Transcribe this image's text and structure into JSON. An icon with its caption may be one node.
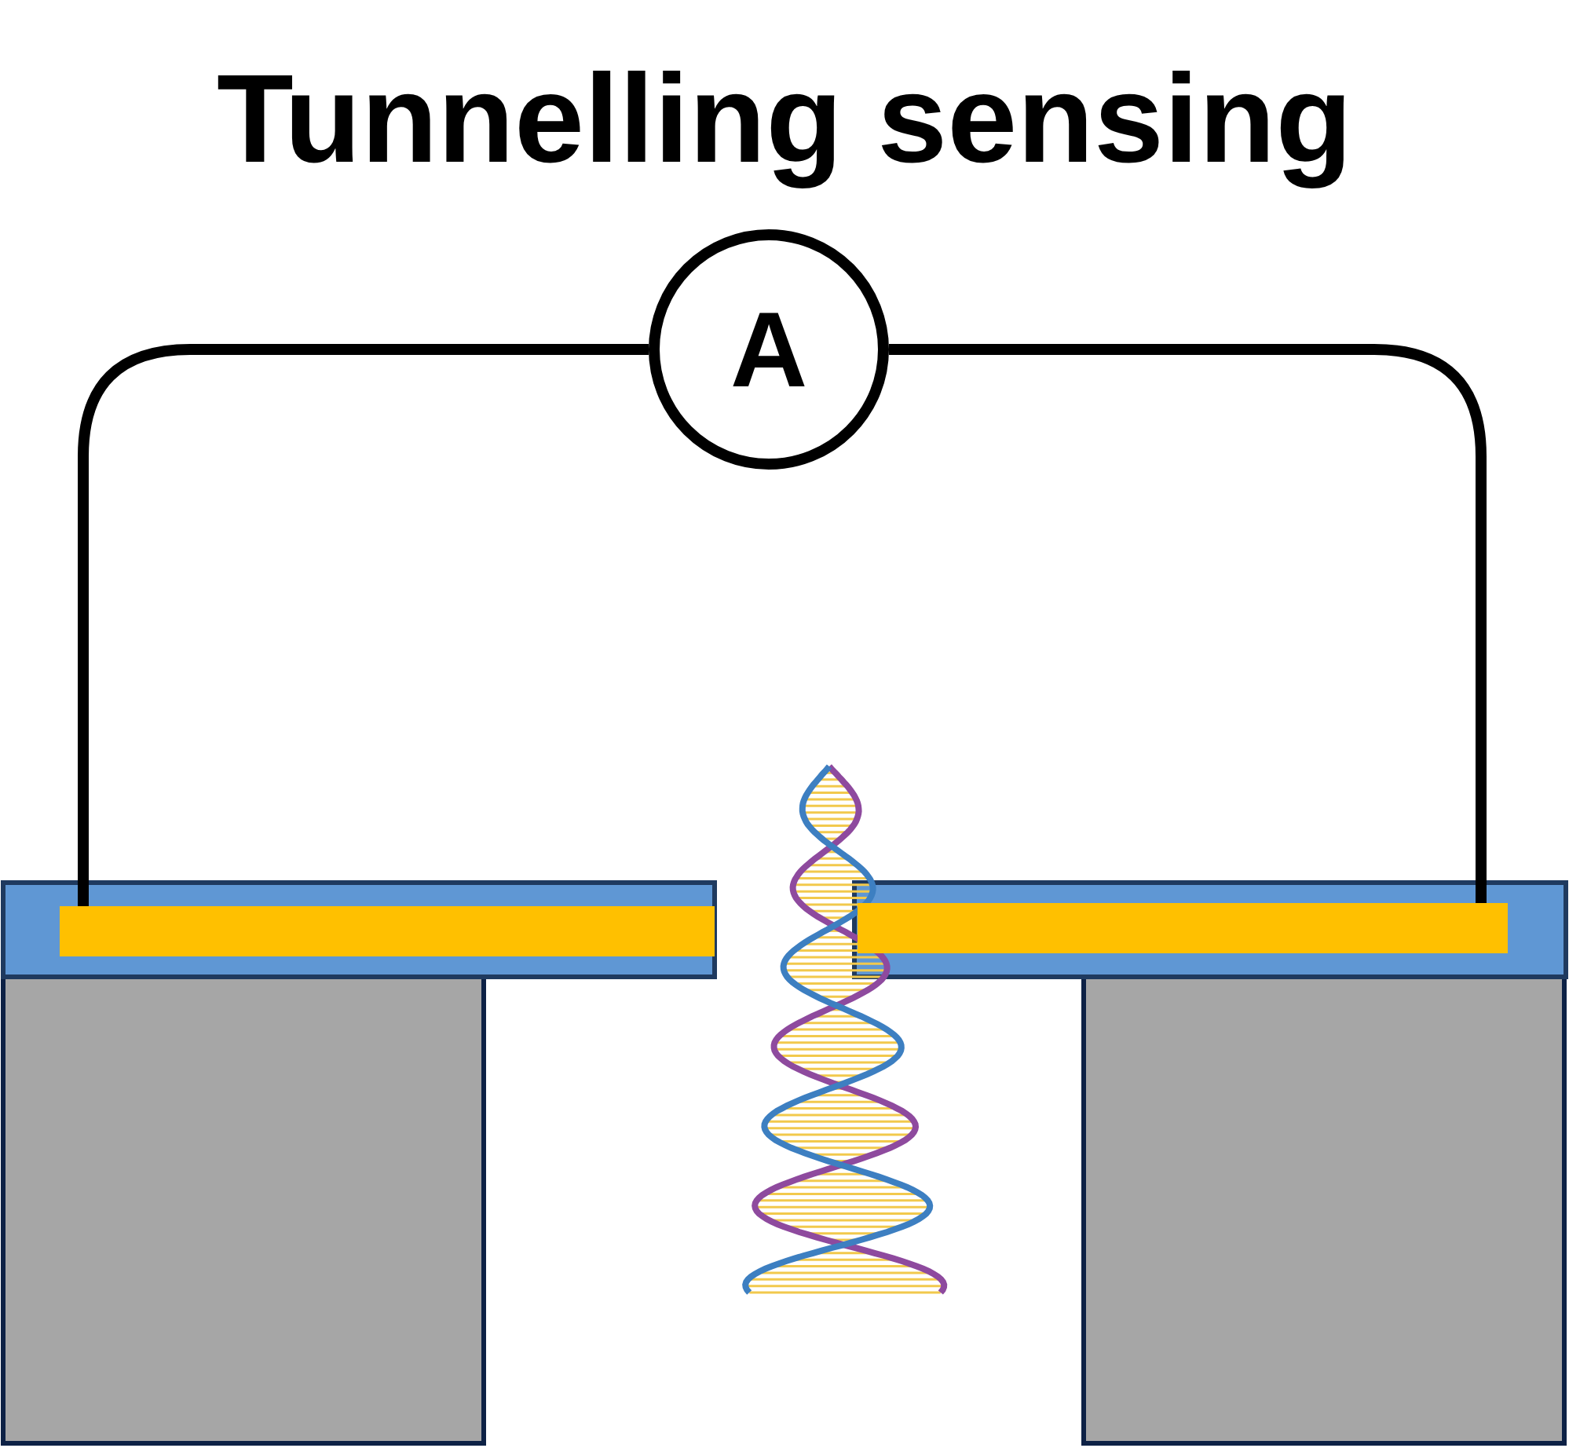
{
  "diagram": {
    "title": "Tunnelling sensing",
    "nodes": [
      {
        "text": [
          "A"
        ]
      },
      {
        "text": [],
        "shape": "bar"
      },
      {
        "text": [],
        "shape": "bar"
      }
    ],
    "edges": [
      {
        "from": 0,
        "to": 1,
        "arrow": "none"
      },
      {
        "from": 0,
        "to": 2,
        "arrow": "none"
      }
    ]
  }
}
